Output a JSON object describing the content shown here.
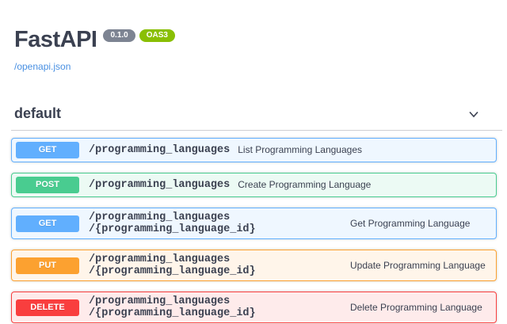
{
  "header": {
    "title": "FastAPI",
    "version_badge": "0.1.0",
    "spec_badge": "OAS3",
    "spec_link": "/openapi.json"
  },
  "section": {
    "name": "default",
    "chevron_icon": "chevron-down"
  },
  "colors": {
    "get": "#61affe",
    "post": "#49cc90",
    "put": "#fca130",
    "delete": "#f93e3e",
    "text": "#3b4151",
    "link": "#4990e2",
    "version_badge_bg": "#7d8492",
    "oas_badge_bg": "#89bf04"
  },
  "operations": [
    {
      "method": "GET",
      "path": "/programming_languages",
      "path_line2": "",
      "description": "List Programming Languages"
    },
    {
      "method": "POST",
      "path": "/programming_languages",
      "path_line2": "",
      "description": "Create Programming Language"
    },
    {
      "method": "GET",
      "path": "/programming_languages",
      "path_line2": "/{programming_language_id}",
      "description": "Get Programming Language"
    },
    {
      "method": "PUT",
      "path": "/programming_languages",
      "path_line2": "/{programming_language_id}",
      "description": "Update Programming Language"
    },
    {
      "method": "DELETE",
      "path": "/programming_languages",
      "path_line2": "/{programming_language_id}",
      "description": "Delete Programming Language"
    }
  ]
}
